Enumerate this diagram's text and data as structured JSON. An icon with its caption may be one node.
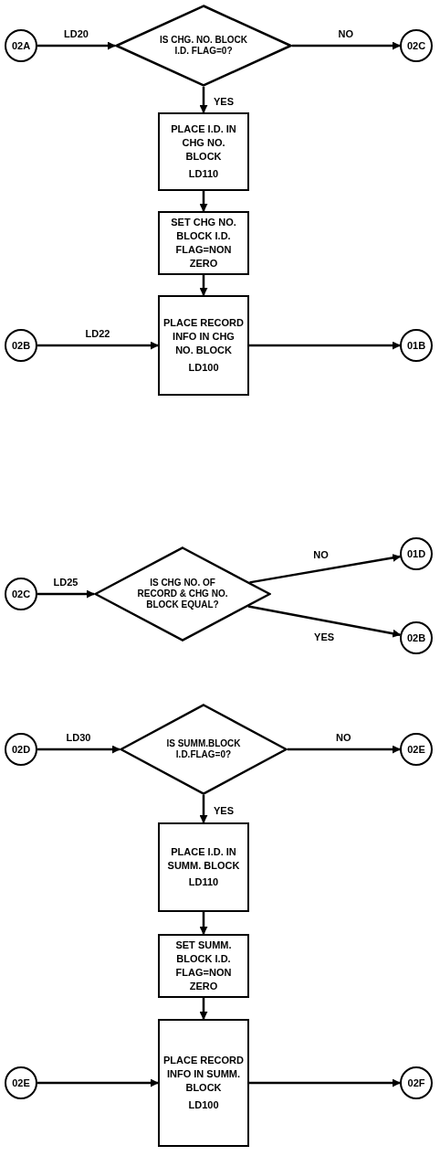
{
  "diagram": {
    "nodes": [
      {
        "text": [
          "02A"
        ]
      },
      {
        "text": [
          "IS CHG. NO. BLOCK I.D. FLAG=0?"
        ]
      },
      {
        "text": [
          "02C"
        ]
      },
      {
        "text": [
          "PLACE I.D. IN CHG NO. BLOCK",
          "LD110"
        ]
      },
      {
        "text": [
          "SET CHG NO. BLOCK I.D. FLAG=NON ZERO"
        ]
      },
      {
        "text": [
          "02B"
        ]
      },
      {
        "text": [
          "PLACE RECORD INFO IN CHG NO. BLOCK",
          "LD100"
        ]
      },
      {
        "text": [
          "01B"
        ]
      },
      {
        "text": [
          "02C"
        ]
      },
      {
        "text": [
          "IS CHG NO. OF RECORD & CHG NO. BLOCK EQUAL?"
        ]
      },
      {
        "text": [
          "01D"
        ]
      },
      {
        "text": [
          "02B"
        ]
      },
      {
        "text": [
          "02D"
        ]
      },
      {
        "text": [
          "IS SUMM.BLOCK I.D.FLAG=0?"
        ]
      },
      {
        "text": [
          "02E"
        ]
      },
      {
        "text": [
          "PLACE I.D. IN SUMM. BLOCK",
          "LD110"
        ]
      },
      {
        "text": [
          "SET SUMM. BLOCK I.D. FLAG=NON ZERO"
        ]
      },
      {
        "text": [
          "02E"
        ]
      },
      {
        "text": [
          "PLACE RECORD INFO IN SUMM. BLOCK",
          "LD100"
        ]
      },
      {
        "text": [
          "02F"
        ]
      }
    ],
    "edges": [
      {
        "from": 0,
        "to": 1,
        "arrow": "to",
        "label": "LD20"
      },
      {
        "from": 1,
        "to": 2,
        "arrow": "to",
        "label": "NO"
      },
      {
        "from": 1,
        "to": 3,
        "arrow": "to",
        "label": "YES"
      },
      {
        "from": 3,
        "to": 4,
        "arrow": "to"
      },
      {
        "from": 4,
        "to": 6,
        "arrow": "to"
      },
      {
        "from": 5,
        "to": 6,
        "arrow": "to",
        "label": "LD22"
      },
      {
        "from": 6,
        "to": 7,
        "arrow": "to"
      },
      {
        "from": 8,
        "to": 9,
        "arrow": "to",
        "label": "LD25"
      },
      {
        "from": 9,
        "to": 10,
        "arrow": "to",
        "label": "NO"
      },
      {
        "from": 9,
        "to": 11,
        "arrow": "to",
        "label": "YES"
      },
      {
        "from": 12,
        "to": 13,
        "arrow": "to",
        "label": "LD30"
      },
      {
        "from": 13,
        "to": 14,
        "arrow": "to",
        "label": "NO"
      },
      {
        "from": 13,
        "to": 15,
        "arrow": "to",
        "label": "YES"
      },
      {
        "from": 15,
        "to": 16,
        "arrow": "to"
      },
      {
        "from": 16,
        "to": 18,
        "arrow": "to"
      },
      {
        "from": 17,
        "to": 18,
        "arrow": "to"
      },
      {
        "from": 18,
        "to": 19,
        "arrow": "to"
      }
    ]
  }
}
